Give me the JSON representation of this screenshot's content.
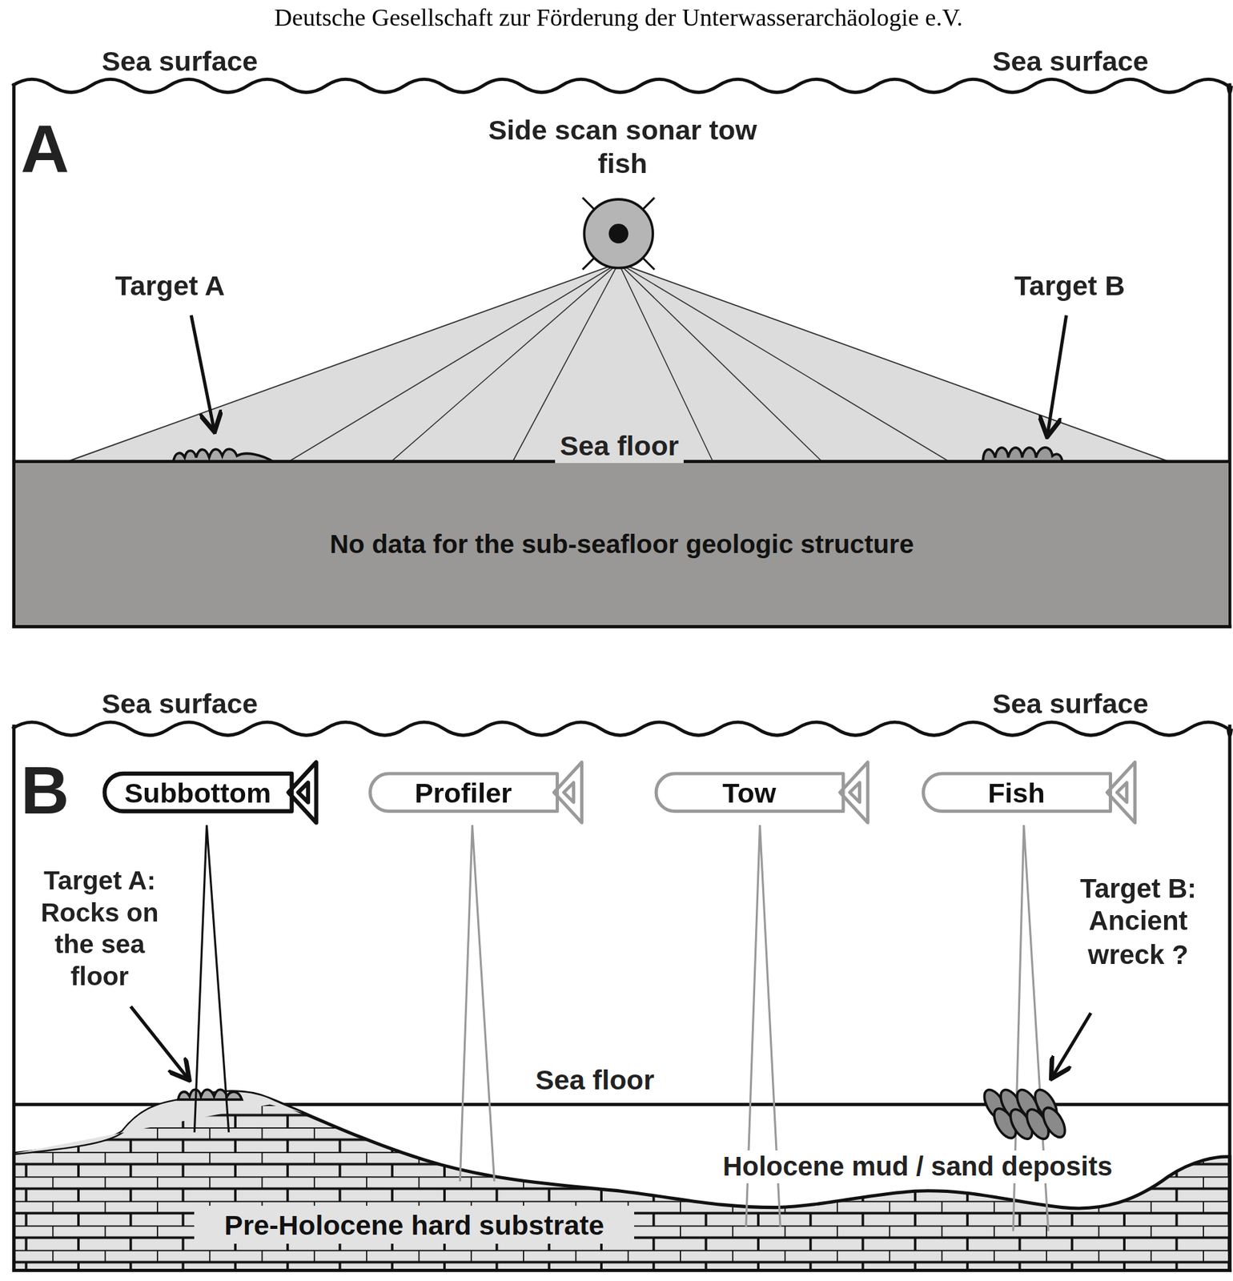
{
  "diagram": {
    "title": "Deutsche Gesellschaft zur Förderung der Unterwasserarchäologie e.V.",
    "nodes": [
      {
        "text": [
          "No data for the sub-seafloor geologic structure"
        ]
      },
      {
        "text": [
          "Subbottom"
        ]
      },
      {
        "text": [
          "Profiler"
        ]
      },
      {
        "text": [
          "Tow"
        ]
      },
      {
        "text": [
          "Fish"
        ]
      },
      {
        "text": [
          "Pre-Holocene hard substrate"
        ]
      }
    ],
    "labels": [
      "Sea surface",
      "Sea surface",
      "A",
      "Side scan sonar tow fish",
      "Target A",
      "Target B",
      "Sea floor",
      "Sea surface",
      "Sea surface",
      "B",
      "Target A: Rocks on the sea floor",
      "Target B: Ancient wreck ?",
      "Sea floor",
      "Holocene mud / sand deposits"
    ]
  }
}
